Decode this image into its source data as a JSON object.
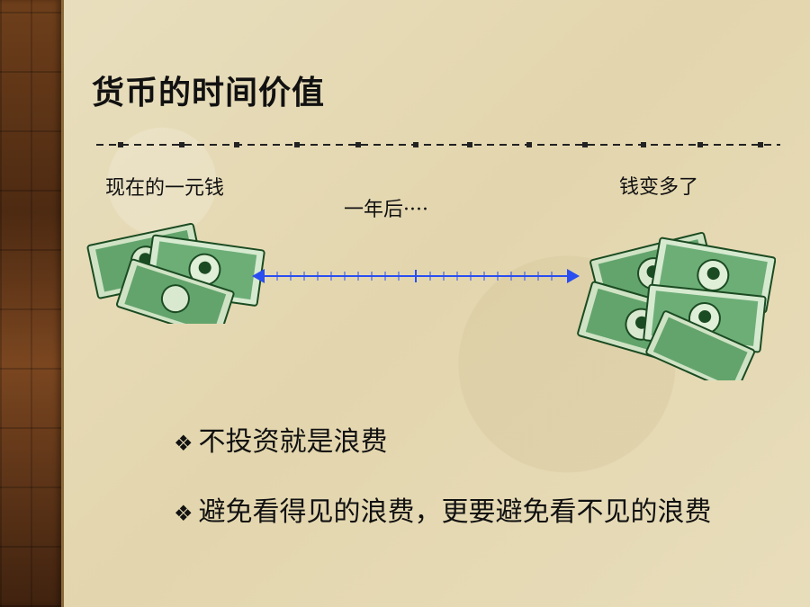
{
  "slide": {
    "title": "货币的时间价值",
    "label_left": "现在的一元钱",
    "label_middle": "一年后····",
    "label_right": "钱变多了",
    "bullets": [
      {
        "marker": "❖",
        "text": "不投资就是浪费"
      },
      {
        "marker": "❖",
        "text": "避免看得见的浪费，更要避免看不见的浪费"
      }
    ]
  },
  "colors": {
    "background": "#e6dbb8",
    "left_strip": "#5a3216",
    "arrow": "#2a4ef0",
    "money": "#3f8f4f"
  },
  "icons": {
    "money_small": "money-stack-icon",
    "money_large": "money-stack-large-icon",
    "bullet": "diamond-bullet-icon"
  }
}
